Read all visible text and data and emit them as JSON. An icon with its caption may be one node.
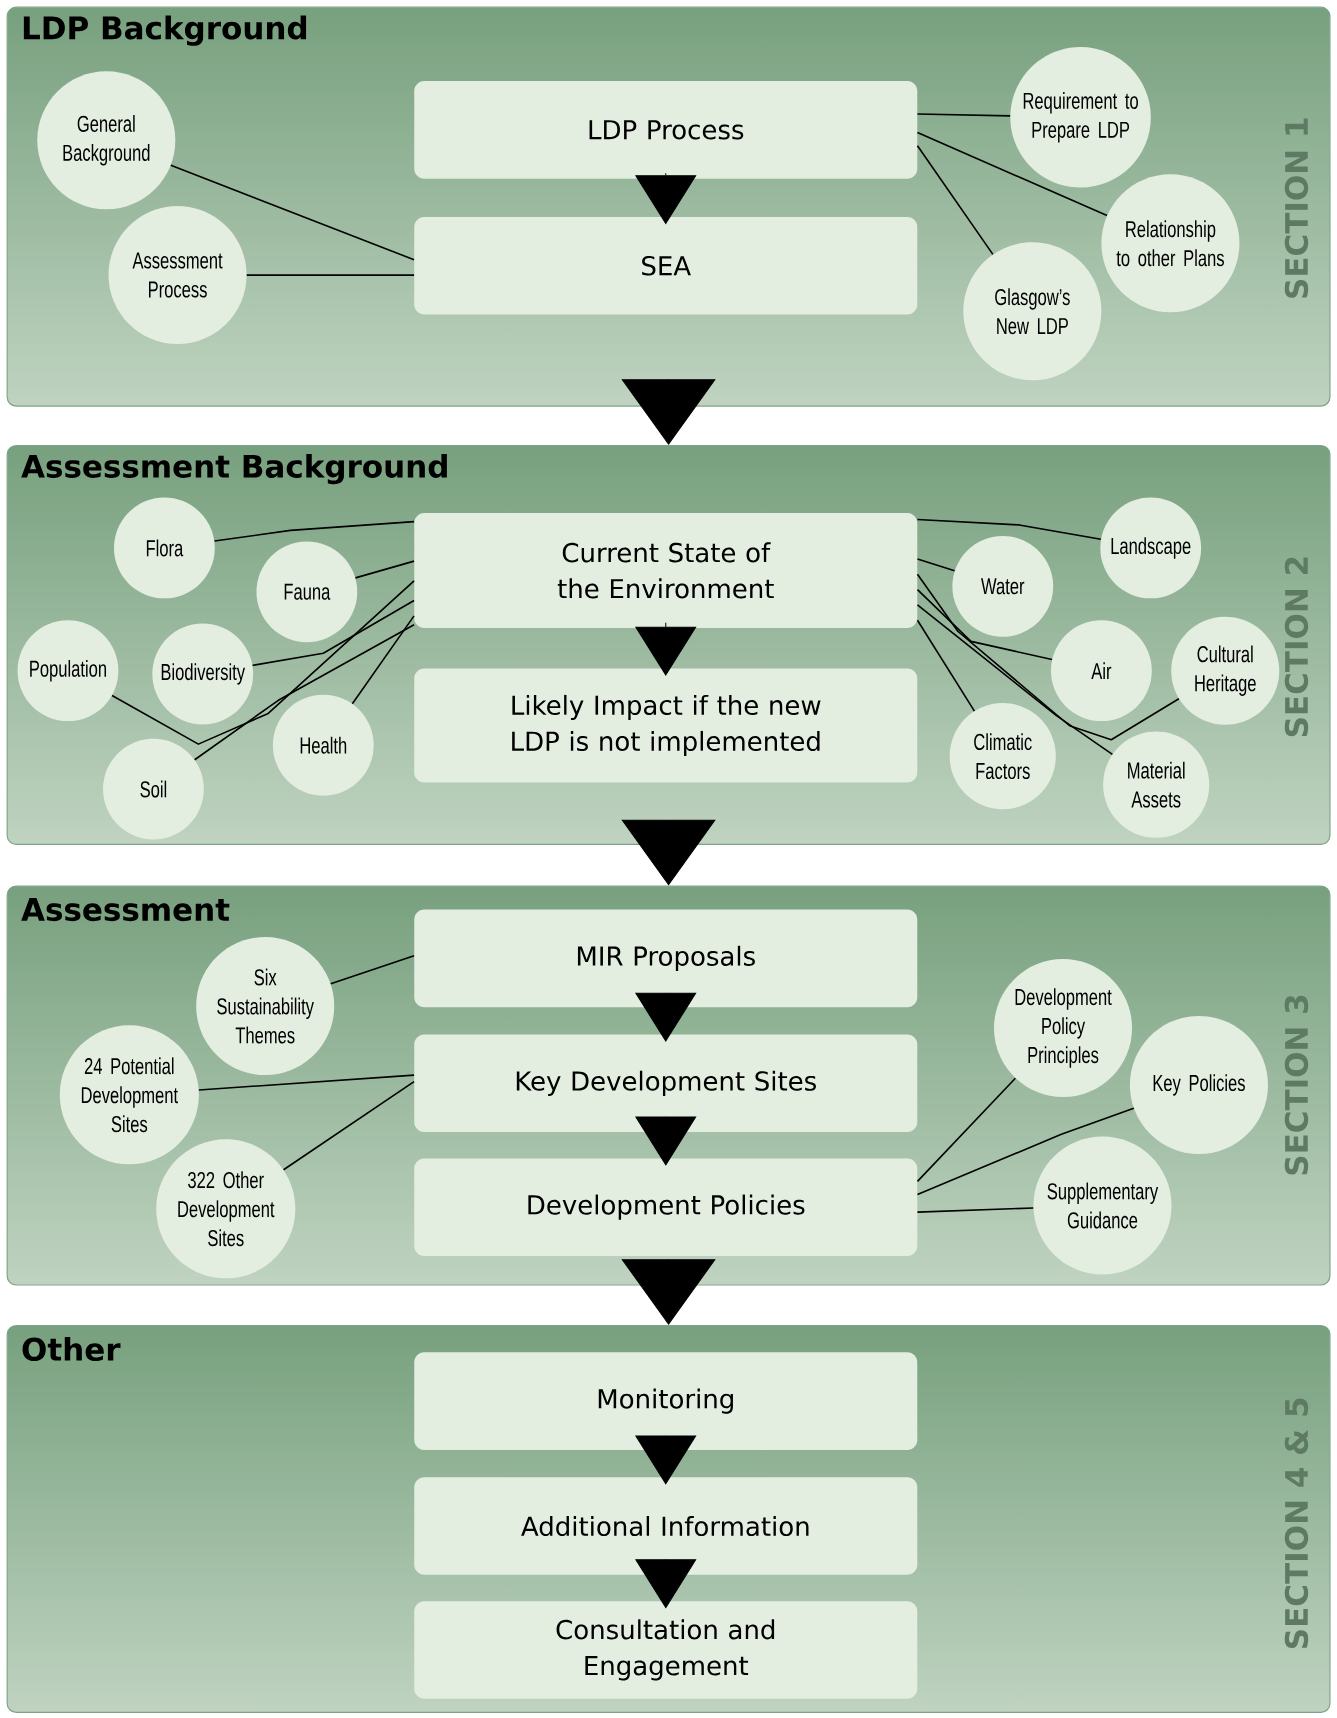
{
  "diagram": {
    "nodes": [
      {
        "text": [
          "LDP Background",
          "SECTION 1"
        ]
      },
      {
        "text": [
          "General Background"
        ],
        "in": 0
      },
      {
        "text": [
          "Assessment Process"
        ],
        "in": 0
      },
      {
        "text": [
          "LDP Process"
        ],
        "in": 0
      },
      {
        "text": [
          "SEA"
        ],
        "in": 0
      },
      {
        "text": [
          "Requirement to Prepare LDP"
        ],
        "in": 0
      },
      {
        "text": [
          "Relationship to other Plans"
        ],
        "in": 0
      },
      {
        "text": [
          "Glasgow’s New LDP"
        ],
        "in": 0
      },
      {
        "text": [
          "Assessment Background",
          "SECTION 2"
        ]
      },
      {
        "text": [
          "Flora"
        ],
        "in": 8
      },
      {
        "text": [
          "Fauna"
        ],
        "in": 8
      },
      {
        "text": [
          "Population"
        ],
        "in": 8
      },
      {
        "text": [
          "Biodiversity"
        ],
        "in": 8
      },
      {
        "text": [
          "Health"
        ],
        "in": 8
      },
      {
        "text": [
          "Soil"
        ],
        "in": 8
      },
      {
        "text": [
          "Current State of the Environment"
        ],
        "in": 8
      },
      {
        "text": [
          "Likely Impact if the new LDP is not implemented"
        ],
        "in": 8
      },
      {
        "text": [
          "Landscape"
        ],
        "in": 8
      },
      {
        "text": [
          "Water"
        ],
        "in": 8
      },
      {
        "text": [
          "Air"
        ],
        "in": 8
      },
      {
        "text": [
          "Cultural Heritage"
        ],
        "in": 8
      },
      {
        "text": [
          "Climatic Factors"
        ],
        "in": 8
      },
      {
        "text": [
          "Material Assets"
        ],
        "in": 8
      },
      {
        "text": [
          "Assessment",
          "SECTION 3"
        ]
      },
      {
        "text": [
          "Six Sustainability Themes"
        ],
        "in": 23
      },
      {
        "text": [
          "24 Potential Development Sites"
        ],
        "in": 23
      },
      {
        "text": [
          "322 Other Development Sites"
        ],
        "in": 23
      },
      {
        "text": [
          "MIR Proposals"
        ],
        "in": 23
      },
      {
        "text": [
          "Key Development Sites"
        ],
        "in": 23
      },
      {
        "text": [
          "Development Policies"
        ],
        "in": 23
      },
      {
        "text": [
          "Development Policy Principles"
        ],
        "in": 23
      },
      {
        "text": [
          "Key Policies"
        ],
        "in": 23
      },
      {
        "text": [
          "Supplementary Guidance"
        ],
        "in": 23
      },
      {
        "text": [
          "Other",
          "SECTION 4 & 5"
        ]
      },
      {
        "text": [
          "Monitoring"
        ],
        "in": 33
      },
      {
        "text": [
          "Additional Information"
        ],
        "in": 33
      },
      {
        "text": [
          "Consultation and Engagement"
        ],
        "in": 33
      }
    ],
    "edges": [
      {
        "from": 3,
        "to": 4,
        "arrow": "to"
      },
      {
        "from": 1,
        "to": 4,
        "arrow": "none"
      },
      {
        "from": 2,
        "to": 4,
        "arrow": "none"
      },
      {
        "from": 3,
        "to": 5,
        "arrow": "none"
      },
      {
        "from": 3,
        "to": 6,
        "arrow": "none"
      },
      {
        "from": 3,
        "to": 7,
        "arrow": "none"
      },
      {
        "from": 0,
        "to": 8,
        "arrow": "to"
      },
      {
        "from": 15,
        "to": 16,
        "arrow": "to"
      },
      {
        "from": 15,
        "to": 9,
        "arrow": "none"
      },
      {
        "from": 15,
        "to": 10,
        "arrow": "none"
      },
      {
        "from": 15,
        "to": 11,
        "arrow": "none"
      },
      {
        "from": 15,
        "to": 12,
        "arrow": "none"
      },
      {
        "from": 15,
        "to": 13,
        "arrow": "none"
      },
      {
        "from": 15,
        "to": 14,
        "arrow": "none"
      },
      {
        "from": 15,
        "to": 17,
        "arrow": "none"
      },
      {
        "from": 15,
        "to": 18,
        "arrow": "none"
      },
      {
        "from": 15,
        "to": 19,
        "arrow": "none"
      },
      {
        "from": 15,
        "to": 20,
        "arrow": "none"
      },
      {
        "from": 15,
        "to": 21,
        "arrow": "none"
      },
      {
        "from": 15,
        "to": 22,
        "arrow": "none"
      },
      {
        "from": 8,
        "to": 23,
        "arrow": "to"
      },
      {
        "from": 24,
        "to": 27,
        "arrow": "none"
      },
      {
        "from": 25,
        "to": 28,
        "arrow": "none"
      },
      {
        "from": 26,
        "to": 28,
        "arrow": "none"
      },
      {
        "from": 27,
        "to": 28,
        "arrow": "to"
      },
      {
        "from": 28,
        "to": 29,
        "arrow": "to"
      },
      {
        "from": 29,
        "to": 30,
        "arrow": "none"
      },
      {
        "from": 29,
        "to": 31,
        "arrow": "none"
      },
      {
        "from": 29,
        "to": 32,
        "arrow": "none"
      },
      {
        "from": 23,
        "to": 33,
        "arrow": "to"
      },
      {
        "from": 34,
        "to": 35,
        "arrow": "to"
      },
      {
        "from": 35,
        "to": 36,
        "arrow": "to"
      }
    ]
  }
}
